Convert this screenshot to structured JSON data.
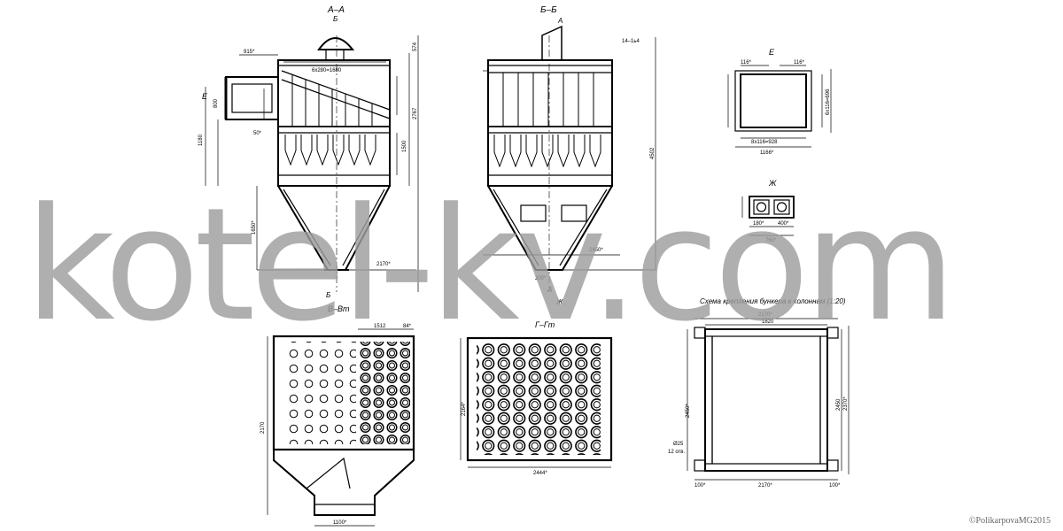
{
  "views": {
    "aa": {
      "title": "А–А",
      "mark_top": "Б",
      "mark_bottom": "Б",
      "mark_side": "Е"
    },
    "bb": {
      "title": "Б–Б",
      "mark_top": "А",
      "mark_bottom": "А",
      "mark_x": "Ж",
      "note": "14–1ь4"
    },
    "e": {
      "title": "Е"
    },
    "zh": {
      "title": "Ж"
    },
    "vv": {
      "title": "В–Вт"
    },
    "gg": {
      "title": "Г–Гт"
    },
    "scheme": {
      "title": "Схема крепления бункера к колоннам (1:20)"
    }
  },
  "dims": {
    "aa_top": "6х280=1680",
    "aa_left": "1180",
    "aa_mid": "1500",
    "aa_right1": "2767",
    "aa_right2": "574",
    "aa_bottom": "2170*",
    "aa_inlet": "800",
    "aa_inlet_top": "915*",
    "aa_hopper": "1650*",
    "aa_small": "50*",
    "bb_right": "4502",
    "bb_bottom": "2450*",
    "bb_outlet": "200*",
    "e_top1": "116*",
    "e_top2": "116*",
    "e_right": "6х116=696",
    "e_bottom1": "8х116=928",
    "e_bottom2": "1166*",
    "zh_1": "400*",
    "zh_2": "760*",
    "zh_3": "180*",
    "vv_top1": "1512",
    "vv_top2": "84*",
    "vv_left": "2170",
    "vv_bottom": "1100*",
    "gg_left": "2164*",
    "gg_bottom": "2444*",
    "sch_top1": "2170*",
    "sch_top2": "1820",
    "sch_left": "2450*",
    "sch_right1": "2450",
    "sch_right2": "2370*",
    "sch_bottom1": "100*",
    "sch_bottom2": "2170*",
    "sch_bottom3": "100*",
    "sch_note1": "12 отв.",
    "sch_note2": "Ø25"
  },
  "watermark": "kotel-kv.com",
  "copyright": "©PolikarpovaMG2015"
}
